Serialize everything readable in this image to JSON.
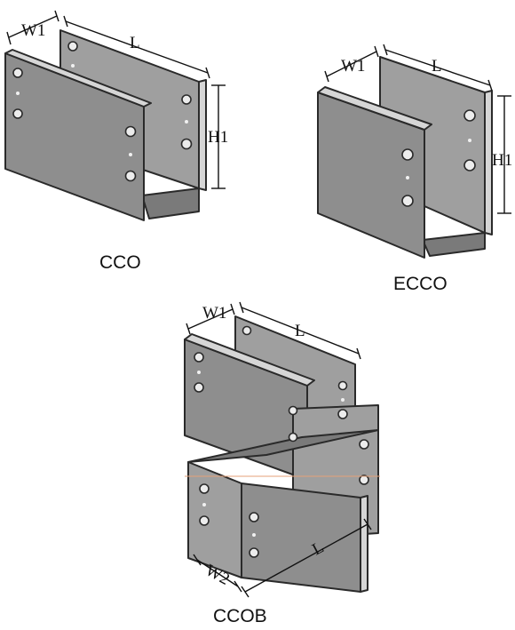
{
  "products": [
    {
      "id": "cco",
      "label": "CCO",
      "dims": {
        "w1": "W1",
        "l": "L",
        "h1": "H1"
      }
    },
    {
      "id": "ecco",
      "label": "ECCO",
      "dims": {
        "w1": "W1",
        "l": "L",
        "h1": "H1"
      }
    },
    {
      "id": "ccob",
      "label": "CCOB",
      "dims": {
        "w1": "W1",
        "l_top": "L",
        "w2": "W2",
        "l_bottom": "L"
      }
    }
  ],
  "colors": {
    "plate_front": "#8e8e8e",
    "plate_back": "#9f9f9f",
    "plate_edge": "#d6d6d6",
    "stroke": "#2a2a2a"
  }
}
